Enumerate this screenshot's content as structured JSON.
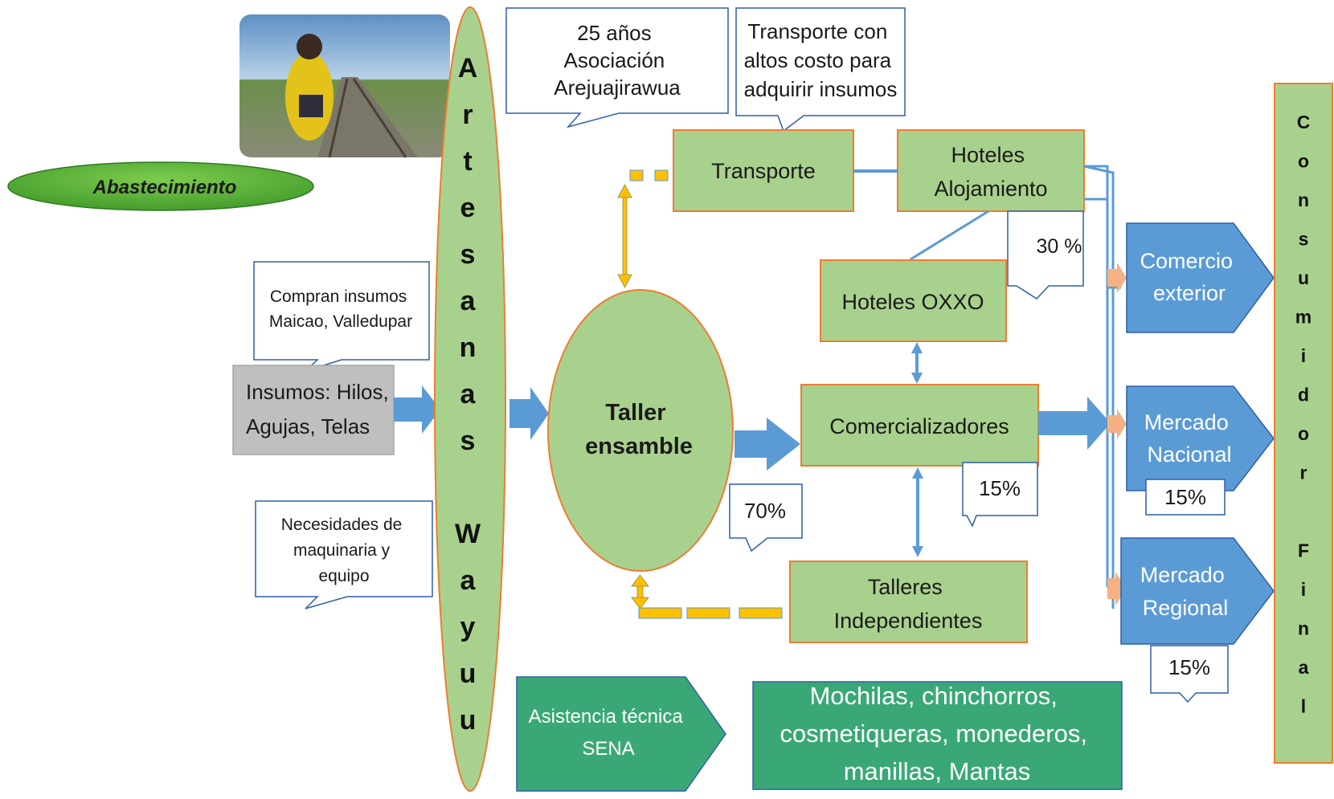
{
  "abastecimiento_label": "Abastecimiento",
  "photo": {
    "icon": "artisan-photo"
  },
  "artesanas_letters": [
    "A",
    "r",
    "t",
    "e",
    "s",
    "a",
    "n",
    "a",
    "s",
    "",
    "W",
    "a",
    "y",
    "u",
    "u"
  ],
  "consumidor_letters": [
    "C",
    "o",
    "n",
    "s",
    "u",
    "m",
    "i",
    "d",
    "o",
    "r",
    "",
    "F",
    "i",
    "n",
    "a",
    "l"
  ],
  "callouts": {
    "asociacion": [
      "25 años",
      "Asociación",
      "Arejuajirawua"
    ],
    "transporte_costo": [
      "Transporte con",
      "altos costo para",
      "adquirir insumos"
    ],
    "compran": [
      "Compran insumos",
      "Maicao, Valledupar"
    ],
    "necesidades": [
      "Necesidades de",
      "maquinaria y",
      "equipo"
    ],
    "pct_30": "30 %",
    "pct_70": "70%",
    "pct_comercializadores": "15%",
    "pct_nacional": "15%",
    "pct_regional": "15%"
  },
  "boxes": {
    "insumos": [
      "Insumos: Hilos,",
      "Agujas, Telas"
    ],
    "transporte": "Transporte",
    "hoteles_alojamiento": [
      "Hoteles",
      "Alojamiento"
    ],
    "hoteles_oxxo": "Hoteles  OXXO",
    "comercializadores": "Comercializadores",
    "talleres": [
      "Talleres",
      "Independientes"
    ],
    "taller_ensamble": [
      "Taller",
      "ensamble"
    ],
    "asistencia": [
      "Asistencia técnica",
      "SENA"
    ],
    "productos": [
      "Mochilas, chinchorros,",
      "cosmetiqueras, monederos,",
      "manillas, Mantas"
    ]
  },
  "markets": {
    "comercio_exterior": [
      "Comercio",
      "exterior"
    ],
    "mercado_nacional": [
      "Mercado",
      "Nacional"
    ],
    "mercado_regional": [
      "Mercado",
      "Regional"
    ]
  },
  "colors": {
    "green_fill": "#a9d18e",
    "orange_border": "#ed7d31",
    "blue": "#5b9bd5",
    "dark_green": "#3aa876",
    "gold": "#ffc000",
    "gray": "#bfbfbf",
    "salmon": "#f4b183"
  }
}
